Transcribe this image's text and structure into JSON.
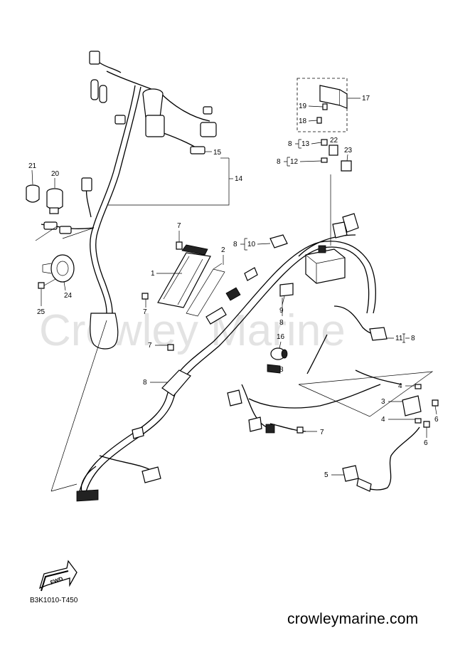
{
  "watermark": "Crowley Marine",
  "diagram_code": "B3K1010-T450",
  "site": "crowleymarine.com",
  "fwd_label": "FWD",
  "callouts": [
    "1",
    "2",
    "3",
    "4",
    "4",
    "5",
    "6",
    "6",
    "7",
    "7",
    "7",
    "7",
    "8",
    "8",
    "8",
    "8",
    "8",
    "8",
    "9",
    "10",
    "11",
    "12",
    "13",
    "14",
    "15",
    "16",
    "17",
    "18",
    "19",
    "20",
    "21",
    "22",
    "23",
    "24",
    "25"
  ]
}
